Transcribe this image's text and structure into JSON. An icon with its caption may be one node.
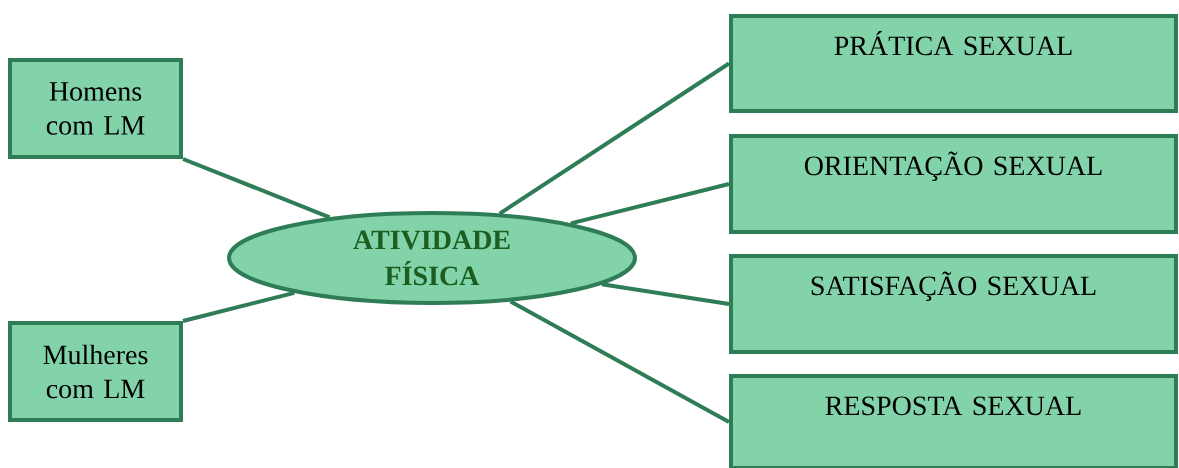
{
  "diagram": {
    "nodes": [
      {
        "text": [
          "Homens com LM"
        ]
      },
      {
        "text": [
          "Mulheres com LM"
        ]
      },
      {
        "text": [
          "ATIVIDADE FÍSICA"
        ]
      },
      {
        "text": [
          "PRÁTICA SEXUAL"
        ]
      },
      {
        "text": [
          "ORIENTAÇÃO SEXUAL"
        ]
      },
      {
        "text": [
          "SATISFAÇÃO SEXUAL"
        ]
      },
      {
        "text": [
          "RESPOSTA SEXUAL"
        ]
      }
    ],
    "edges": [
      {
        "from": 0,
        "to": 2,
        "arrow": "none"
      },
      {
        "from": 1,
        "to": 2,
        "arrow": "none"
      },
      {
        "from": 2,
        "to": 3,
        "arrow": "none"
      },
      {
        "from": 2,
        "to": 4,
        "arrow": "none"
      },
      {
        "from": 2,
        "to": 5,
        "arrow": "none"
      },
      {
        "from": 2,
        "to": 6,
        "arrow": "none"
      }
    ]
  }
}
